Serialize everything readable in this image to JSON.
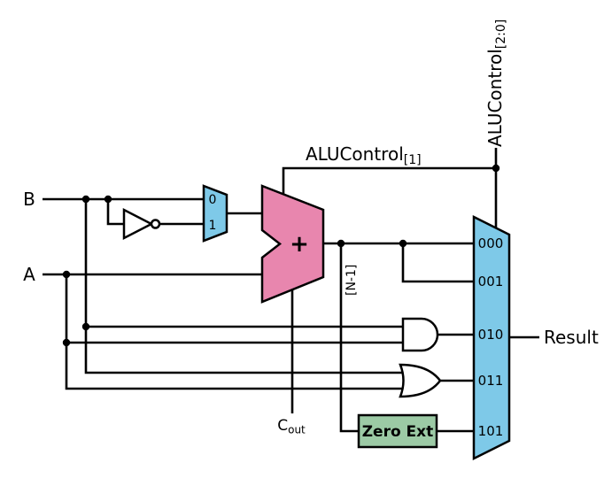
{
  "colors": {
    "mux_fill": "#7ec9e8",
    "adder_fill": "#e886ae",
    "zero_ext_fill": "#9ccaa5",
    "wire": "#000000"
  },
  "labels": {
    "input_b": "B",
    "input_a": "A",
    "mux01_in0": "0",
    "mux01_in1": "1",
    "adder_plus": "+",
    "aluctl1_base": "ALUControl",
    "aluctl1_sub": "[1]",
    "aluctl20_base": "ALUControl",
    "aluctl20_sub": "[2:0]",
    "sum_msb": "[N-1]",
    "cout_base": "C",
    "cout_sub": "out",
    "zero_ext": "Zero Ext",
    "result": "Result"
  },
  "result_mux": {
    "inputs": [
      "000",
      "001",
      "010",
      "011",
      "101"
    ]
  }
}
